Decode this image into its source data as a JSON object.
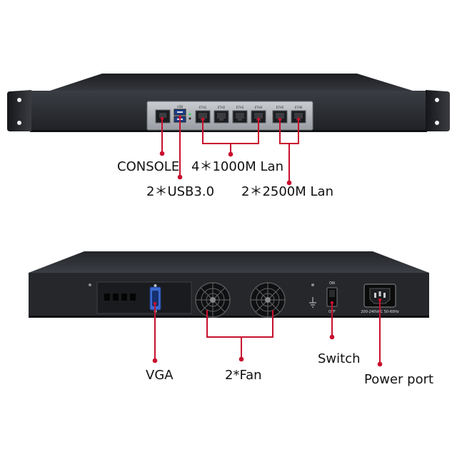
{
  "front_panel": {
    "port_labels": {
      "usb": "USB",
      "eth1": "ETH1",
      "eth2": "ETH2",
      "eth3": "ETH3",
      "eth4": "ETH4",
      "eth5": "ETH5",
      "eth6": "ETH6"
    }
  },
  "callouts": {
    "console": "CONSOLE",
    "usb": "2＊USB3.0",
    "lan_1000": "4＊1000M Lan",
    "lan_2500": "2＊2500M Lan",
    "vga": "VGA",
    "fan": "2*Fan",
    "switch": "Switch",
    "power": "Power port"
  },
  "back_panel": {
    "switch_on": "ON",
    "switch_off": "OFF",
    "power_rating": "200-240VAC 50-60Hz"
  },
  "colors": {
    "callout_line": "#c8102e",
    "chassis": "#2a2d33",
    "port_panel": "#aeb1b6"
  }
}
